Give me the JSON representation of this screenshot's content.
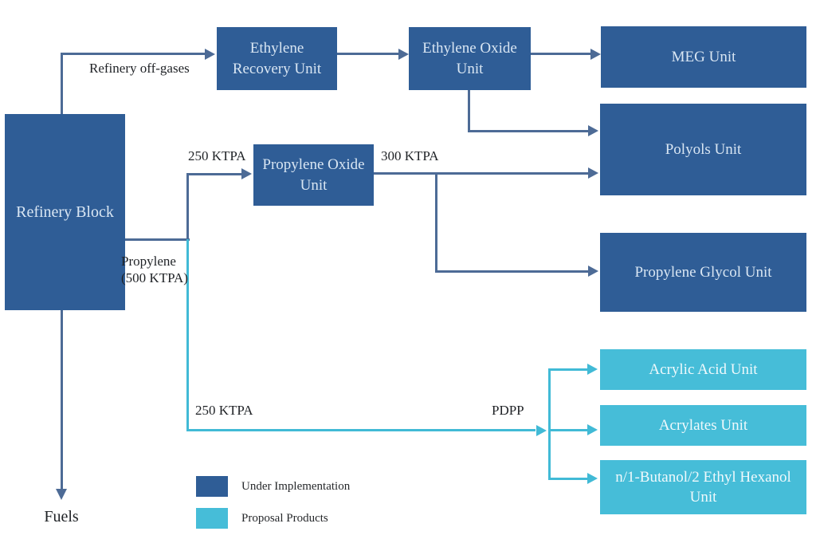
{
  "nodes": {
    "refinery_block": "Refinery Block",
    "ethylene_recovery": "Ethylene Recovery Unit",
    "ethylene_oxide": "Ethylene Oxide Unit",
    "meg": "MEG Unit",
    "polyols": "Polyols Unit",
    "propylene_oxide": "Propylene Oxide Unit",
    "propylene_glycol": "Propylene Glycol Unit",
    "acrylic_acid": "Acrylic Acid Unit",
    "acrylates": "Acrylates Unit",
    "butanol_hexanol": "n/1-Butanol/2 Ethyl Hexanol Unit"
  },
  "flow_labels": {
    "refinery_off_gases": "Refinery off-gases",
    "ktpa_250_top": "250 KTPA",
    "ktpa_300": "300 KTPA",
    "propylene_line1": "Propylene",
    "propylene_line2": "(500 KTPA)",
    "ktpa_250_bottom": "250 KTPA",
    "pdpp": "PDPP",
    "fuels": "Fuels"
  },
  "edges": [
    {
      "from": "refinery_block",
      "to": "ethylene_recovery",
      "label": "Refinery off-gases",
      "status": "under_implementation"
    },
    {
      "from": "ethylene_recovery",
      "to": "ethylene_oxide",
      "label": "",
      "status": "under_implementation"
    },
    {
      "from": "ethylene_oxide",
      "to": "meg",
      "label": "",
      "status": "under_implementation"
    },
    {
      "from": "ethylene_oxide",
      "to": "polyols",
      "label": "",
      "status": "under_implementation"
    },
    {
      "from": "refinery_block",
      "to": "propylene_oxide",
      "label": "Propylene (500 KTPA), 250 KTPA",
      "status": "under_implementation"
    },
    {
      "from": "propylene_oxide",
      "to": "polyols",
      "label": "300 KTPA",
      "status": "under_implementation"
    },
    {
      "from": "propylene_oxide",
      "to": "propylene_glycol",
      "label": "",
      "status": "under_implementation"
    },
    {
      "from": "refinery_block",
      "to": "acrylic_acid",
      "label": "250 KTPA, PDPP",
      "status": "proposal"
    },
    {
      "from": "refinery_block",
      "to": "acrylates",
      "label": "250 KTPA, PDPP",
      "status": "proposal"
    },
    {
      "from": "refinery_block",
      "to": "butanol_hexanol",
      "label": "250 KTPA, PDPP",
      "status": "proposal"
    },
    {
      "from": "refinery_block",
      "to": "fuels_output",
      "label": "Fuels",
      "status": "under_implementation"
    }
  ],
  "legend": {
    "items": [
      {
        "label": "Under Implementation",
        "color": "#2F5D96"
      },
      {
        "label": "Proposal Products",
        "color": "#46BDD8"
      }
    ]
  },
  "colors": {
    "implementation_box": "#2F5D96",
    "proposal_box": "#46BDD8",
    "line_dark": "#4D6B96",
    "line_cyan": "#41BAD6",
    "box_text_dark": "#D9E6F3",
    "box_text_cyan": "#EFF9FC",
    "label_text": "#1F2226",
    "background": "#FFFFFF"
  }
}
